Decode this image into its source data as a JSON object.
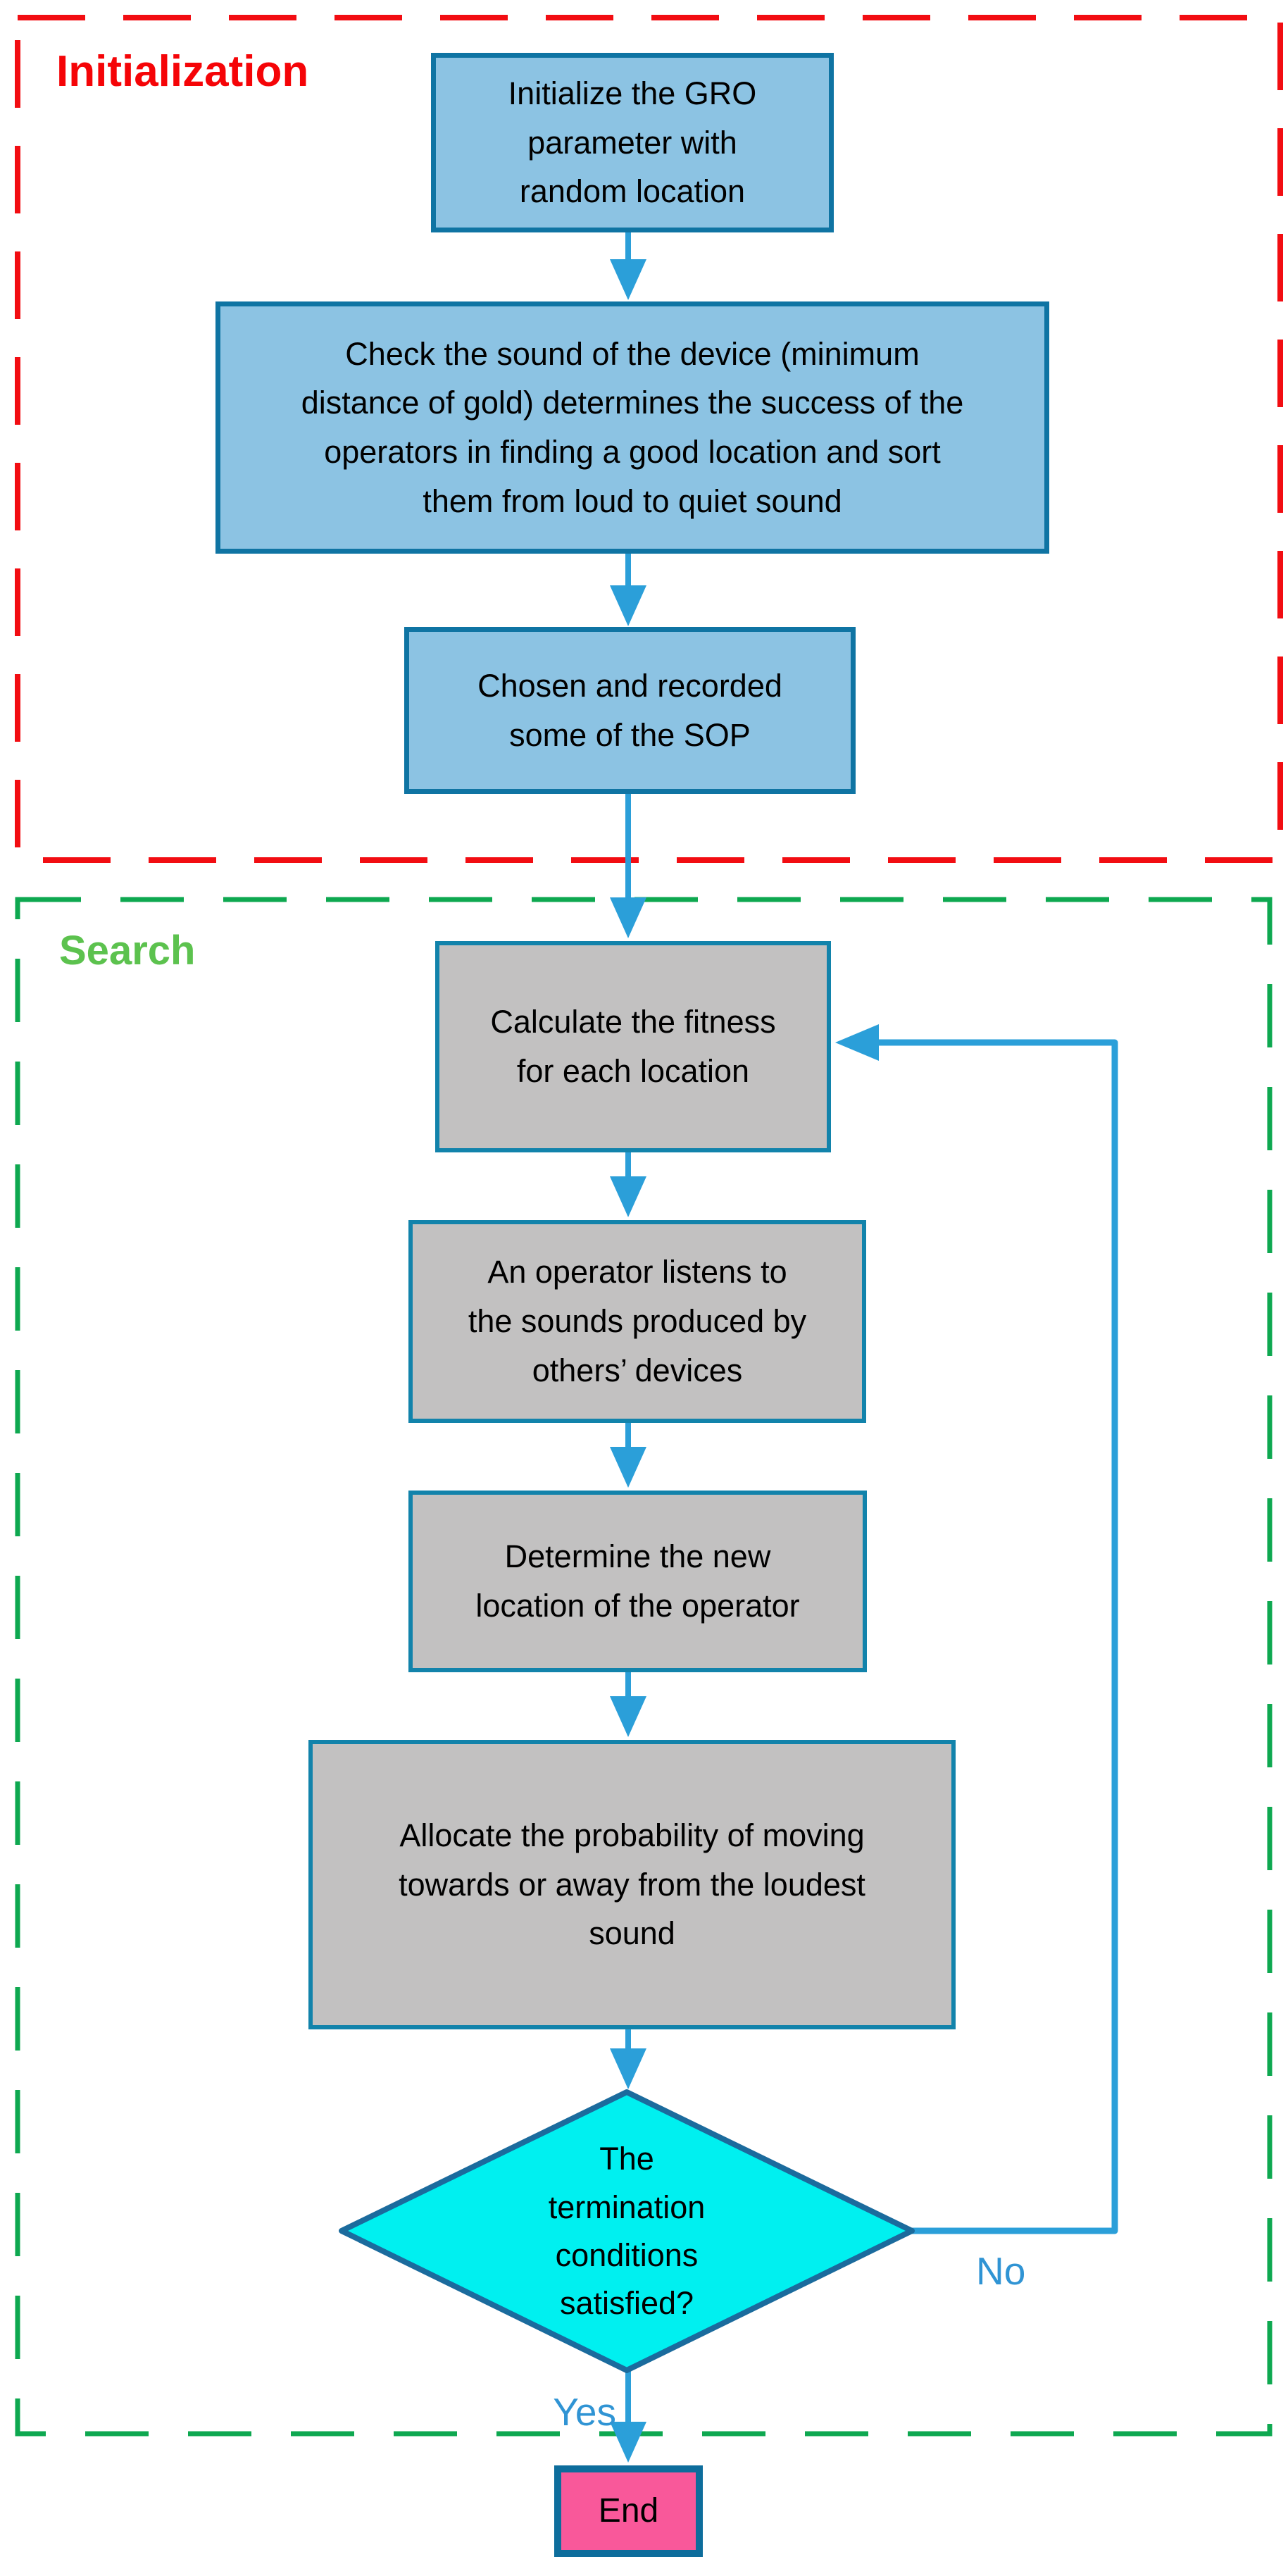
{
  "regions": {
    "initialization": {
      "label": "Initialization"
    },
    "search": {
      "label": "Search"
    }
  },
  "nodes": {
    "initialize": {
      "type": "process",
      "text": "Initialize the GRO\nparameter with\nrandom location"
    },
    "check_sound": {
      "type": "process",
      "text": "Check the sound of the device (minimum\ndistance of gold) determines the success of the\noperators in finding a good location and sort\nthem from loud to quiet sound"
    },
    "chosen_sop": {
      "type": "process",
      "text": "Chosen and recorded\nsome of the SOP"
    },
    "calc_fitness": {
      "type": "process",
      "text": "Calculate the fitness\nfor each location"
    },
    "operator_listens": {
      "type": "process",
      "text": "An operator listens to\nthe sounds produced by\nothers’ devices"
    },
    "determine_location": {
      "type": "process",
      "text": "Determine the new\nlocation of the operator"
    },
    "allocate_probability": {
      "type": "process",
      "text": "Allocate the probability of moving\ntowards or away from the loudest\nsound"
    },
    "termination": {
      "type": "decision",
      "text": "The\ntermination\nconditions\nsatisfied?"
    },
    "end": {
      "type": "terminator",
      "text": "End"
    }
  },
  "edge_labels": {
    "no": "No",
    "yes": "Yes"
  },
  "colors": {
    "initialization_border": "#f20d12",
    "initialization_label": "#f50407",
    "search_border": "#0ea850",
    "search_label": "#5cc24e",
    "process_blue_fill": "#8cc3e3",
    "process_gray_fill": "#c2c1c1",
    "process_border": "#0f74a3",
    "decision_fill": "#00f0f0",
    "decision_border": "#1b6b9d",
    "terminator_fill": "#f9589a",
    "terminator_border": "#0d6d9c",
    "connector": "#2b9fd9",
    "edge_label_text": "#3094d4",
    "node_text": "#000000"
  }
}
